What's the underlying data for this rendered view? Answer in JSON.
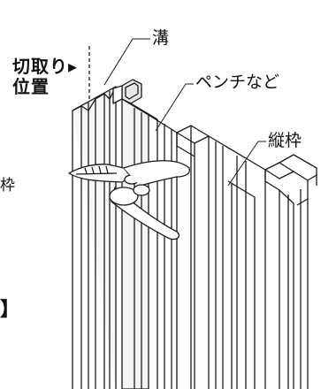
{
  "labels": {
    "cut_position_line1": "切取り▸",
    "cut_position_line2": "位置",
    "groove": "溝",
    "pliers": "ペンチなど",
    "vertical_frame": "縦枠",
    "fragment_left": "枠",
    "fragment_bracket": "】"
  },
  "colors": {
    "line": "#1a1a1a",
    "frame_fill": "#f2f2f2",
    "shade": "#d9d9d9",
    "pliers_fill": "#ffffff"
  }
}
